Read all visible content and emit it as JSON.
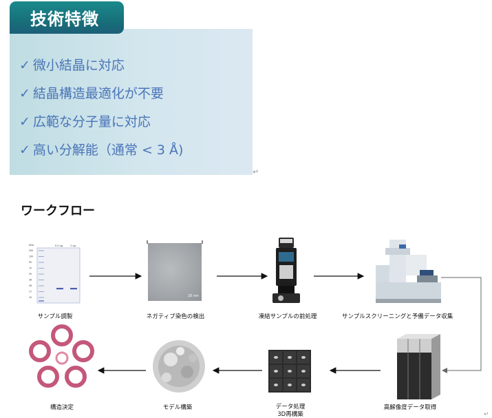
{
  "badge": {
    "title": "技術特徴"
  },
  "features": [
    "微小結晶に対応",
    "結晶構造最適化が不要",
    "広範な分子量に対応",
    "高い分解能（通常 < 3 Å)"
  ],
  "check_mark": "✓",
  "return_mark": "↵",
  "workflow": {
    "title": "ワークフロー",
    "steps": [
      "サンプル調製",
      "ネガティブ染色の検出",
      "凍結サンプルの前処理",
      "サンプルスクリーニングと予備データ収集",
      "高解像度データ取得",
      "データ処理",
      "3D再構築",
      "モデル構築",
      "構造決定"
    ]
  },
  "gel": {
    "kda_label": "kDa",
    "lane1": "0.5 ug",
    "lane2": "1 ug",
    "marker_values": [
      "250",
      "130",
      "95",
      "72",
      "55",
      "36",
      "28",
      "17",
      "10"
    ]
  },
  "micrograph": {
    "scale": "20 nm"
  },
  "colors": {
    "badge": "#17707a",
    "panel": "#cfe3ea",
    "feature_text": "#4a74b8",
    "gel_band": "#4b5fb0",
    "model": "#c4587a"
  }
}
